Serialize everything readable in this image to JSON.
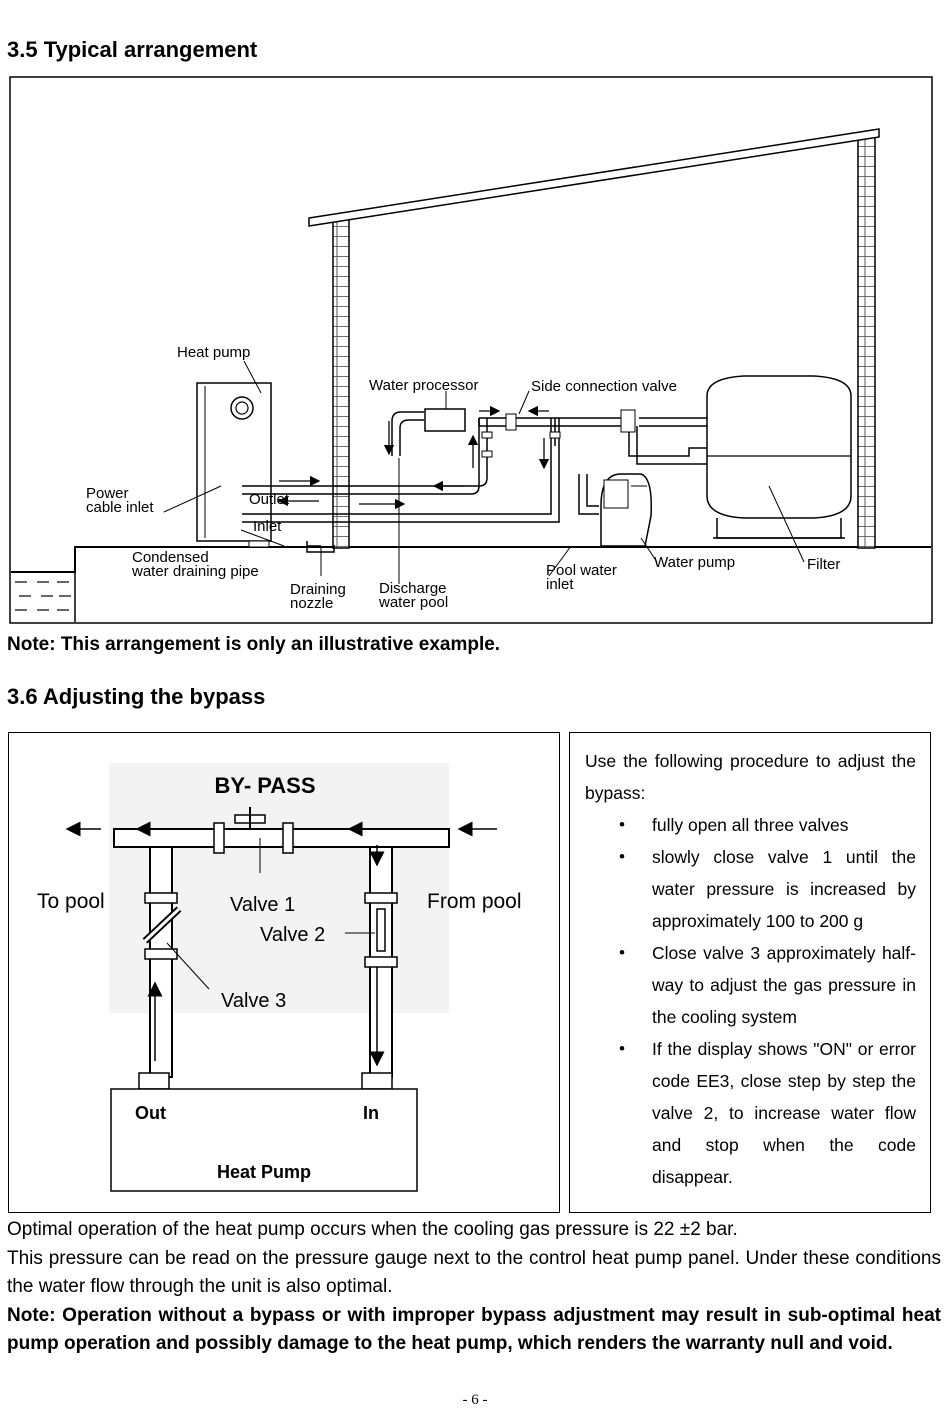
{
  "section_3_5": {
    "title": "3.5 Typical arrangement",
    "figure_labels": {
      "heat_pump": "Heat pump",
      "power_cable_1": "Power",
      "power_cable_2": "cable inlet",
      "outlet": "Outlet",
      "inlet": "Inlet",
      "condensed_1": "Condensed",
      "condensed_2": "water draining pipe",
      "draining_1": "Draining",
      "draining_2": "nozzle",
      "discharge_1": "Discharge",
      "discharge_2": "water pool",
      "water_processor": "Water processor",
      "side_valve": "Side connection valve",
      "pool_inlet_1": "Pool water",
      "pool_inlet_2": "inlet",
      "water_pump": "Water pump",
      "filter": "Filter"
    },
    "note": "Note: This arrangement is only an illustrative example."
  },
  "section_3_6": {
    "title": "3.6 Adjusting the bypass",
    "diagram": {
      "title": "BY- PASS",
      "to_pool": "To pool",
      "from_pool": "From pool",
      "valve1": "Valve 1",
      "valve2": "Valve 2",
      "valve3": "Valve 3",
      "out": "Out",
      "in": "In",
      "heat_pump": "Heat Pump"
    },
    "procedure": {
      "intro": "Use the following procedure to adjust the bypass:",
      "steps": [
        "fully open all three valves",
        "slowly close valve 1 until the water pressure is increased by approximately 100 to 200 g",
        "Close valve 3 approximately half-way to adjust the gas pressure in the cooling system",
        "If the display shows \"ON\" or error code EE3, close step by step the valve 2, to increase water flow and stop when the code disappear."
      ]
    }
  },
  "body": {
    "p1": "Optimal operation of the heat pump occurs when the cooling gas pressure is 22 ±2 bar.",
    "p2": "This pressure can be read on the pressure gauge next to the control heat pump panel. Under these conditions the water flow through the unit is also optimal.",
    "p3": "Note: Operation without a bypass or with improper bypass adjustment may result in sub-optimal heat pump operation and possibly damage to the heat pump, which renders the warranty null and void."
  },
  "page_number": "- 6 -"
}
